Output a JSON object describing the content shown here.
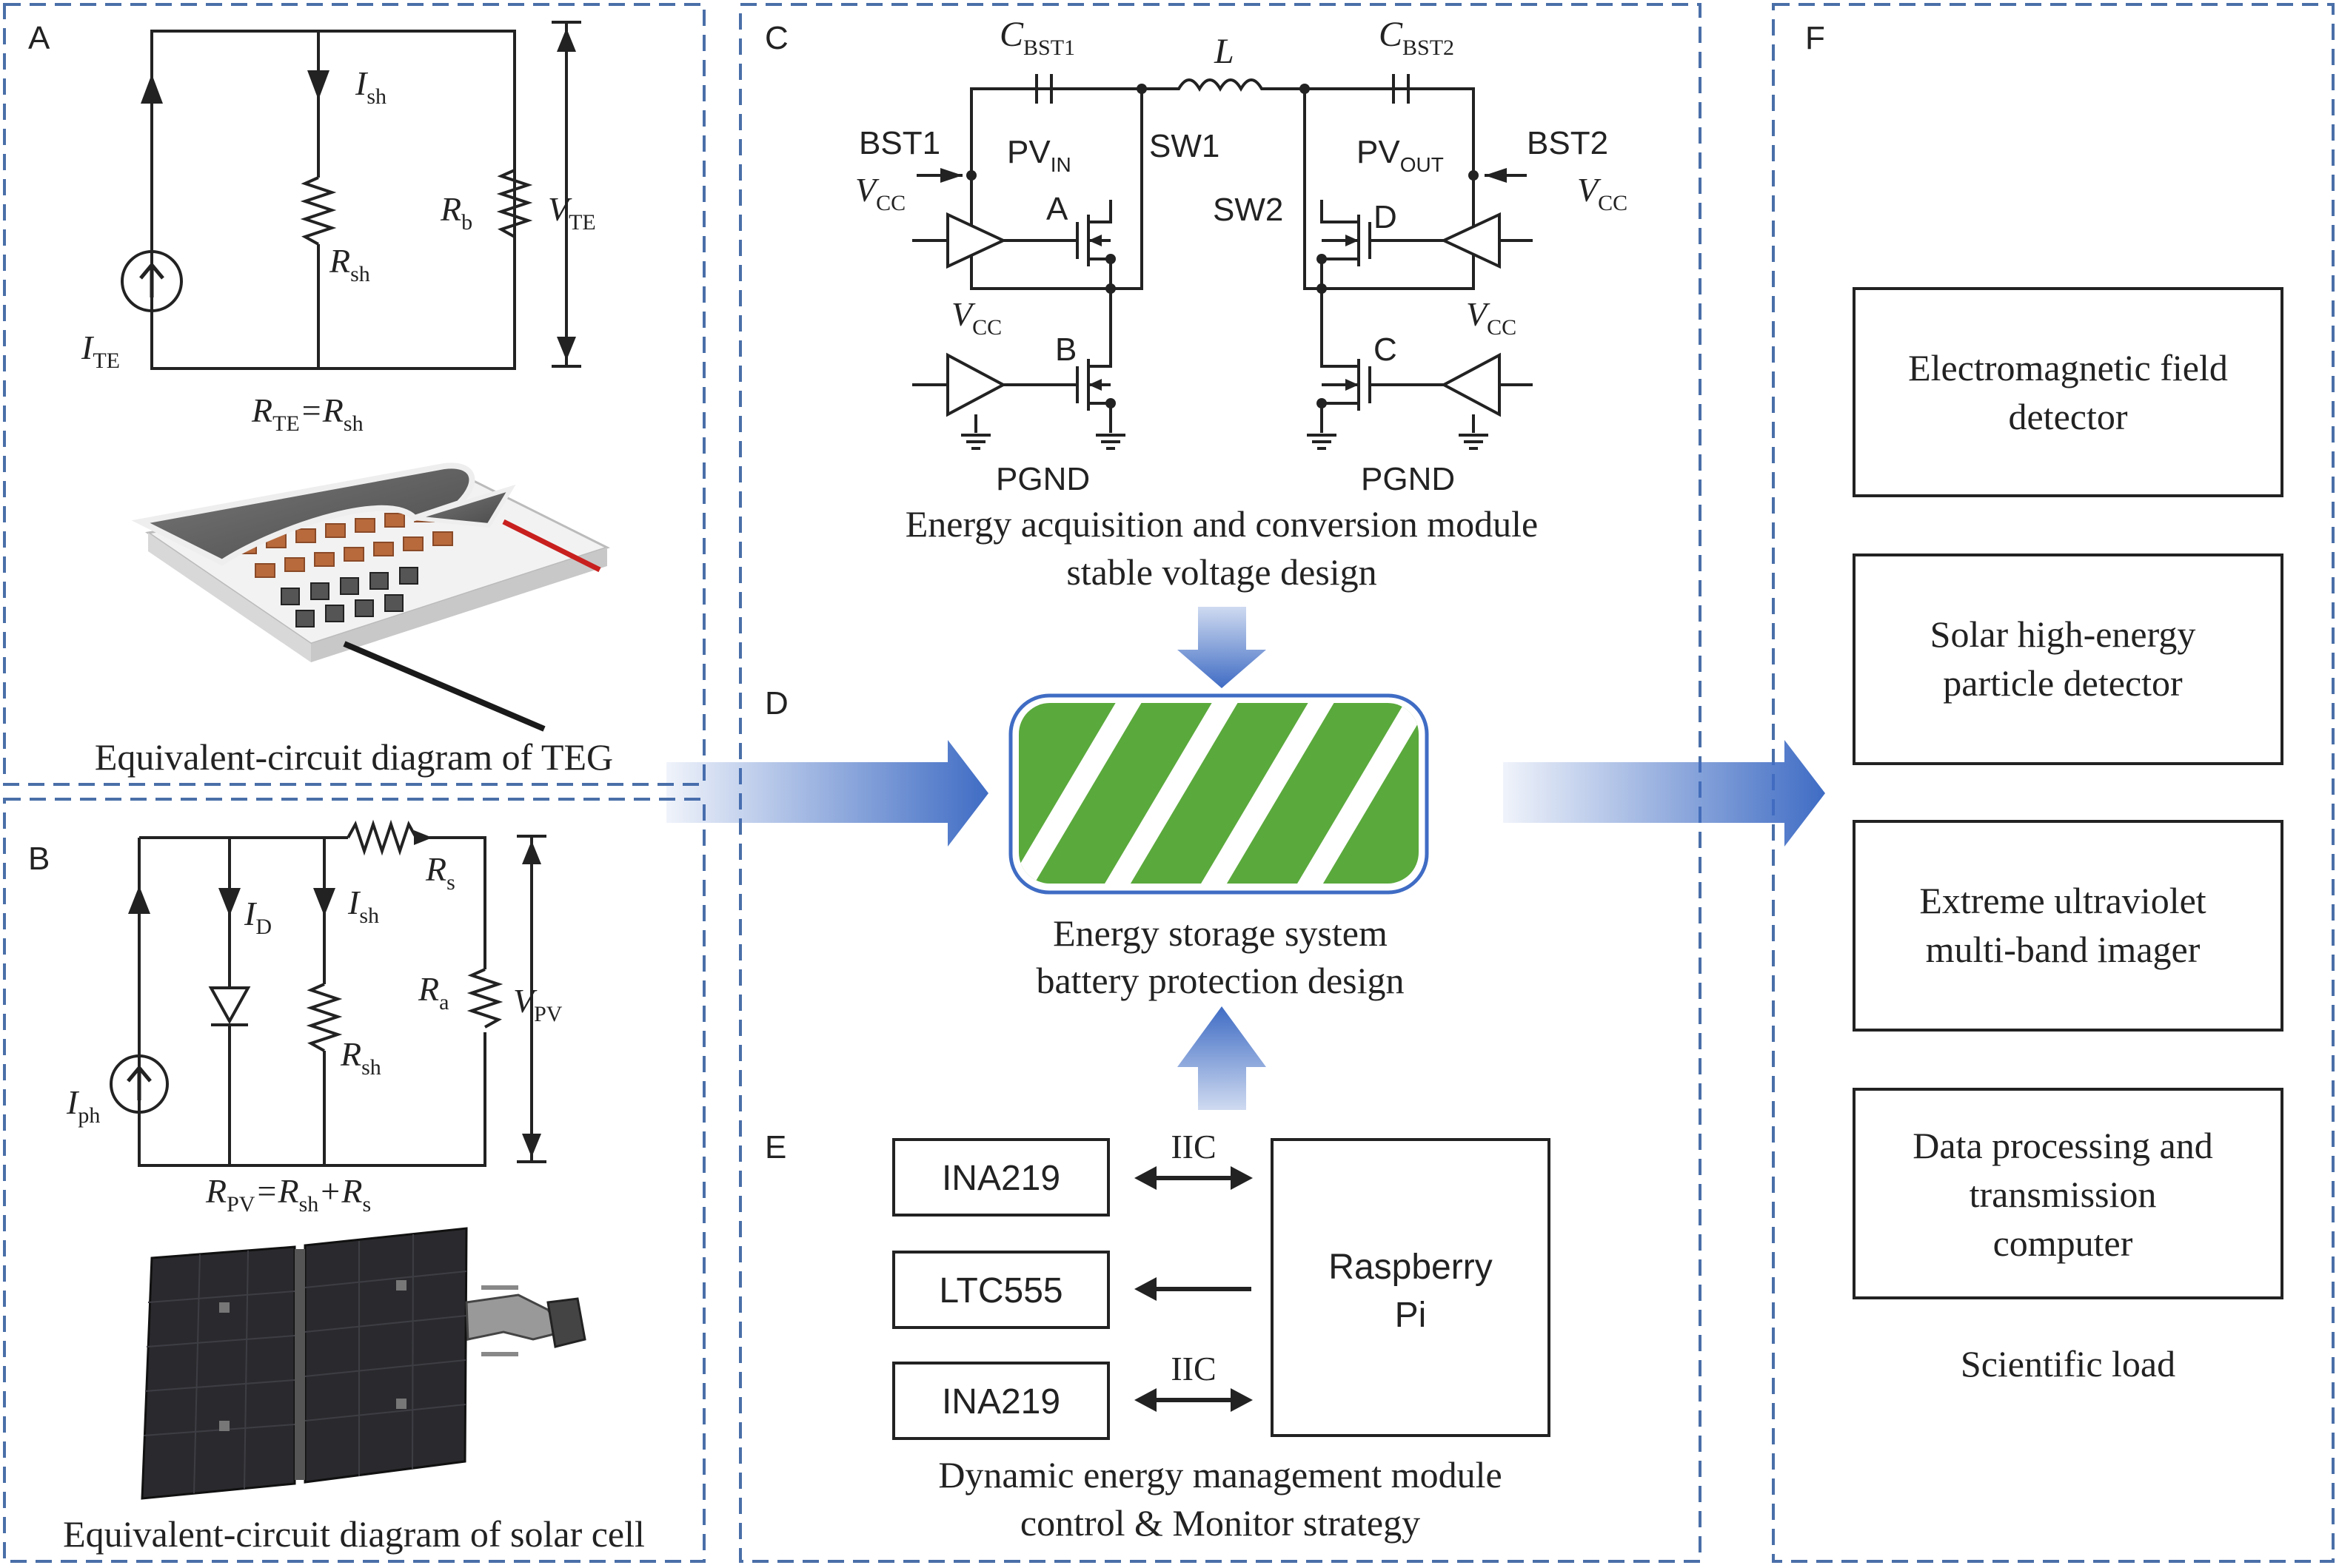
{
  "panels": {
    "A": {
      "letter": "A",
      "I_sh": "I",
      "I_sh_sub": "sh",
      "R_b": "R",
      "R_b_sub": "b",
      "V_TE": "V",
      "V_TE_sub": "TE",
      "R_sh": "R",
      "R_sh_sub": "sh",
      "I_TE": "I",
      "I_TE_sub": "TE",
      "eq_R": "R",
      "eq_R_sub": "TE",
      "eq_mid": "=R",
      "eq_mid_sub": "sh",
      "caption": "Equivalent-circuit diagram of TEG"
    },
    "B": {
      "letter": "B",
      "I_D": "I",
      "I_D_sub": "D",
      "I_sh": "I",
      "I_sh_sub": "sh",
      "R_s": "R",
      "R_s_sub": "s",
      "R_a": "R",
      "R_a_sub": "a",
      "V_PV": "V",
      "V_PV_sub": "PV",
      "R_sh": "R",
      "R_sh_sub": "sh",
      "I_ph": "I",
      "I_ph_sub": "ph",
      "eq_R": "R",
      "eq_R_sub": "PV",
      "eq_mid": "=R",
      "eq_mid_sub": "sh",
      "eq_plus": "+R",
      "eq_plus_sub": "s",
      "caption": "Equivalent-circuit diagram of solar cell"
    },
    "C": {
      "letter": "C",
      "C_BST1": "C",
      "C_BST1_sub": "BST1",
      "L": "L",
      "C_BST2": "C",
      "C_BST2_sub": "BST2",
      "BST1": "BST1",
      "PV_IN": "PV",
      "PV_IN_sub": "IN",
      "SW1": "SW1",
      "PV_OUT": "PV",
      "PV_OUT_sub": "OUT",
      "BST2": "BST2",
      "VCC": "V",
      "VCC_sub": "CC",
      "SW2": "SW2",
      "A": "A",
      "B": "B",
      "C": "C",
      "D": "D",
      "PGND": "PGND",
      "caption1": "Energy acquisition and conversion module",
      "caption2": "stable voltage design"
    },
    "D": {
      "letter": "D",
      "caption1": "Energy storage system",
      "caption2": "battery protection design"
    },
    "E": {
      "letter": "E",
      "ina1": "INA219",
      "ltc": "LTC555",
      "ina2": "INA219",
      "iic1": "IIC",
      "iic2": "IIC",
      "rpi1": "Raspberry",
      "rpi2": "Pi",
      "caption1": "Dynamic energy management module",
      "caption2": "control & Monitor strategy"
    },
    "F": {
      "letter": "F",
      "box1_l1": "Electromagnetic field",
      "box1_l2": "detector",
      "box2_l1": "Solar high-energy",
      "box2_l2": "particle detector",
      "box3_l1": "Extreme ultraviolet",
      "box3_l2": "multi-band imager",
      "box4_l1": "Data processing and",
      "box4_l2": "transmission",
      "box4_l3": "computer",
      "caption": "Scientific load"
    }
  },
  "colors": {
    "panel_border": "#4a6fa8",
    "arrow_blue": "#3f6cc4",
    "battery_green": "#5aa93c",
    "battery_border": "#3f6cc4",
    "teg_copper": "#b86a3c",
    "solar_dark": "#2a2a2e"
  }
}
